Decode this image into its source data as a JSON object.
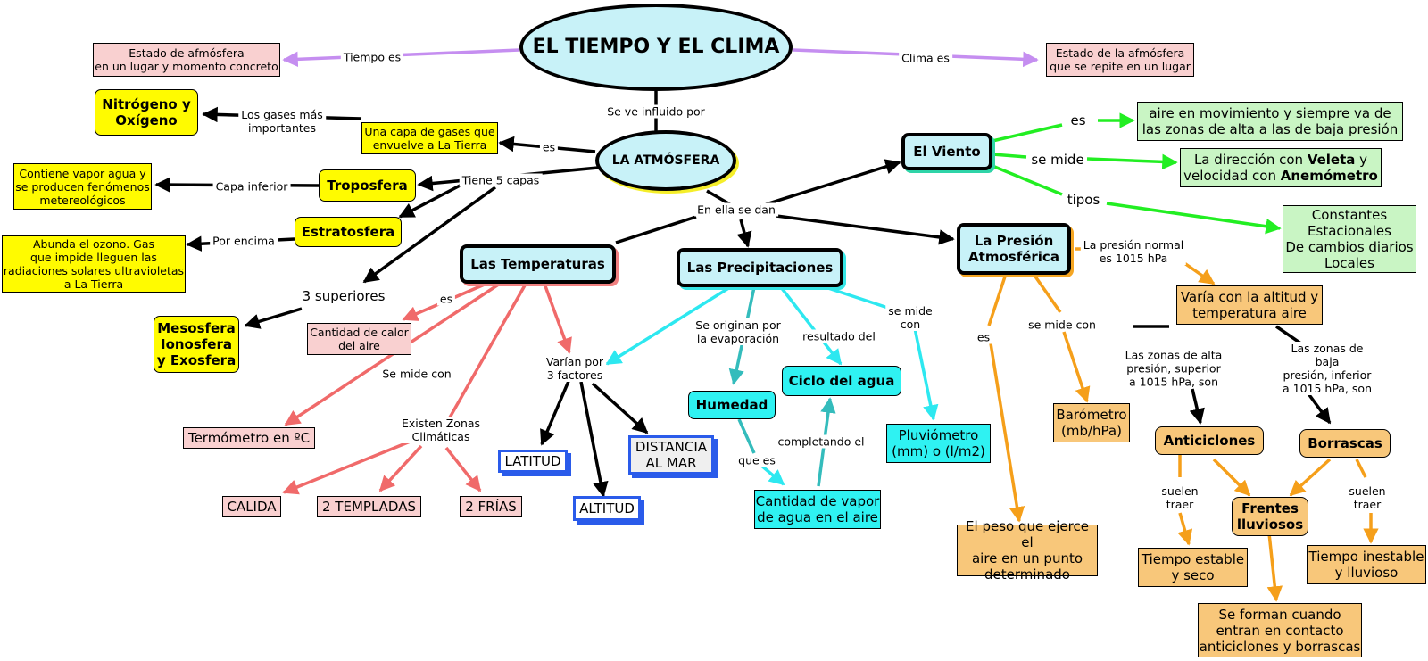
{
  "title": "EL TIEMPO Y EL CLIMA",
  "nodes": {
    "tiempo_def": "Estado de afmósfera\nen un lugar y momento concreto",
    "clima_def": "Estado de la afmósfera\nque se repite en un lugar",
    "gases": "Nitrógeno y\nOxígeno",
    "capa_gases": "Una capa de gases que\nenvuelve a La Tierra",
    "atmosfera": "LA ATMÓSFERA",
    "troposfera": "Troposfera",
    "troposfera_desc": "Contiene vapor agua y\nse producen fenómenos\nmetereológicos",
    "estratosfera": "Estratosfera",
    "estratosfera_desc": "Abunda el ozono. Gas\nque impide lleguen las\nradiaciones solares ultravioletas\na La Tierra",
    "superiores": "3 superiores",
    "mesosfera": "Mesosfera\nIonosfera\ny Exosfera",
    "temperaturas": "Las Temperaturas",
    "cantidad_calor": "Cantidad de calor\ndel aire",
    "termometro": "Termómetro en ºC",
    "calida": "CALIDA",
    "templadas": "2 TEMPLADAS",
    "frias": "2 FRÍAS",
    "latitud": "LATITUD",
    "altitud": "ALTITUD",
    "distancia": "DISTANCIA\nAL MAR",
    "precipitaciones": "Las Precipitaciones",
    "humedad": "Humedad",
    "ciclo": "Ciclo del agua",
    "vapor": "Cantidad de vapor\nde agua en el aire",
    "pluviometro": "Pluviómetro\n(mm) o (l/m2)",
    "viento": "El Viento",
    "viento_def": "aire en movimiento y siempre va de\nlas zonas de alta a las de baja presión",
    "viento_tipos": "Constantes\nEstacionales\nDe cambios diarios\nLocales",
    "presion": "La Presión\nAtmosférica",
    "peso": "El peso que ejerce el\naire en un punto\ndeterminado",
    "barometro": "Barómetro\n(mb/hPa)",
    "varia": "Varía con la altitud y\ntemperatura aire",
    "anticiclones": "Anticiclones",
    "borrascas": "Borrascas",
    "frentes": "Frentes\nlluviosos",
    "estable": "Tiempo estable\ny seco",
    "inestable": "Tiempo inestable\ny lluvioso",
    "se_forman": "Se forman cuando\nentran en contacto\nanticiclones y borrascas"
  },
  "veleta_text": {
    "part1": "La dirección con ",
    "bold1": "Veleta",
    "part2": " y\nvelocidad con ",
    "bold2": "Anemómetro"
  },
  "links": {
    "tiempo_es": "Tiempo es",
    "clima_es": "Clima es",
    "se_ve_influido": "Se ve influido por",
    "los_gases": "Los gases más\nimportantes",
    "es_atm": "es",
    "tiene_5_capas": "Tiene 5 capas",
    "capa_inferior": "Capa inferior",
    "por_encima": "Por encima",
    "en_ella": "En ella se dan",
    "es_temp": "es",
    "se_mide_con_temp": "Se mide con",
    "existen_zonas": "Existen Zonas\nClimáticas",
    "varian": "Varían por\n3 factores",
    "se_originan": "Se originan por\nla evaporación",
    "resultado_del": "resultado del",
    "se_mide_con_pp": "se mide\ncon",
    "que_es": "que es",
    "completando": "completando el",
    "viento_es": "es",
    "viento_se_mide": "se mide",
    "viento_tipos": "tipos",
    "presion_normal": "La presión normal\nes 1015 hPa",
    "presion_es": "es",
    "presion_se_mide": "se mide con",
    "zonas_alta": "Las zonas de alta\npresión, superior\na 1015 hPa, son",
    "zonas_baja": "Las zonas de baja\npresión, inferior\na 1015 hPa, son",
    "suelen_traer_1": "suelen\ntraer",
    "suelen_traer_2": "suelen\ntraer"
  },
  "colors": {
    "purple_link": "#c58ef0",
    "black_link": "#000000",
    "red_link": "#f06a6a",
    "cyan_link": "#2de8f0",
    "teal_link": "#34bcbc",
    "green_link": "#22ee22",
    "orange_link": "#f59f1a",
    "node_cyan_light": "#c8f2f8",
    "node_yellow": "#fffb00",
    "node_pink": "#f9d0d0",
    "node_green": "#c9f5c4",
    "node_cyan": "#2ff2f2",
    "node_orange": "#f8c77a",
    "node_blue_border": "#2a5bea"
  }
}
